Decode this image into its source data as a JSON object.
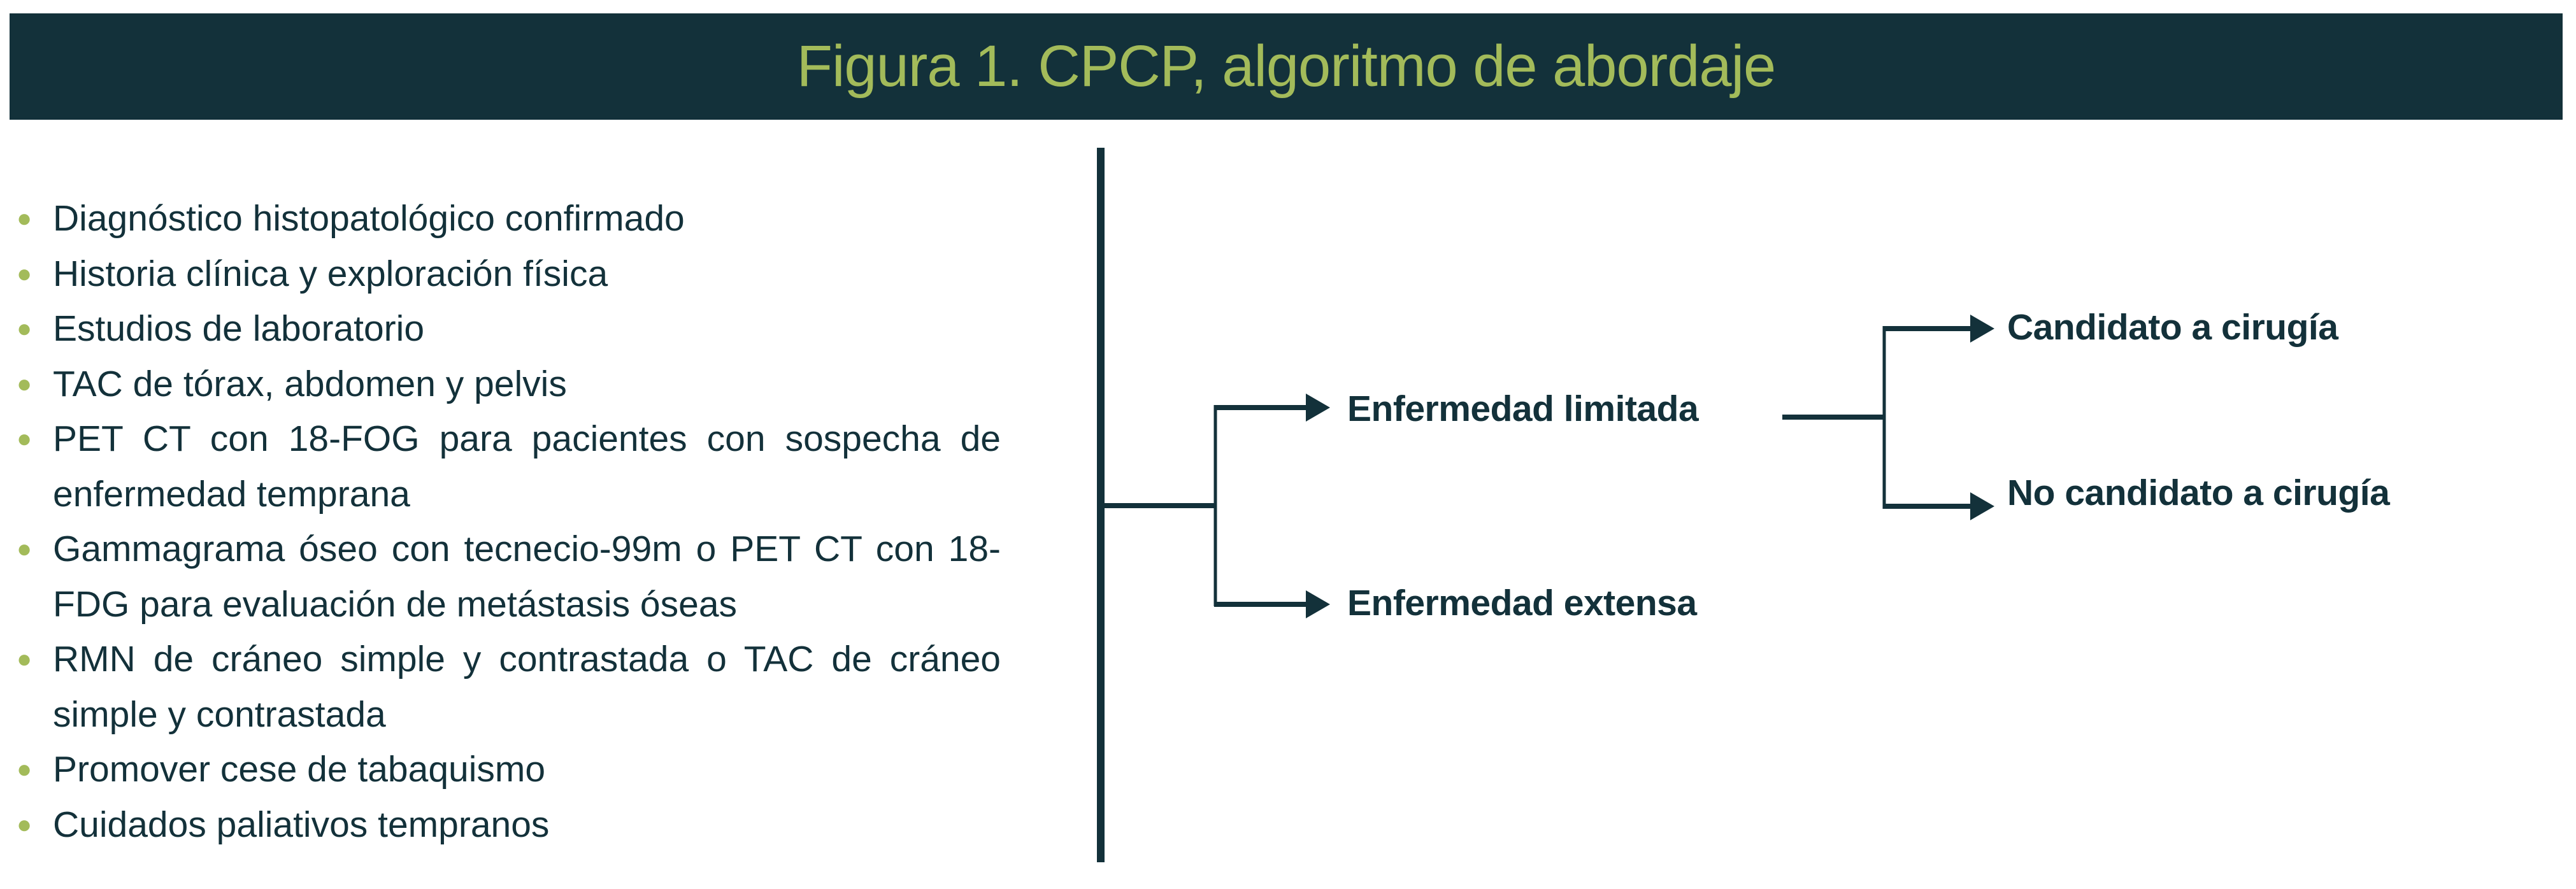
{
  "header": {
    "title": "Figura 1. CPCP, algoritmo de abordaje"
  },
  "colors": {
    "dark": "#13313a",
    "accent": "#a3bb5a"
  },
  "workup_list": [
    "Diagnóstico histopatológico confirmado",
    "Historia clínica y exploración física",
    "Estudios de laboratorio",
    "TAC de tórax, abdomen y pelvis",
    "PET CT con 18-FOG para pacientes con sospecha de enfermedad temprana",
    "Gammagrama óseo con tecnecio-99m o PET CT con 18-FDG para evaluación de metástasis óseas",
    "RMN de cráneo simple y contrastada o TAC de cráneo simple y contrastada",
    "Promover cese de tabaquismo",
    "Cuidados paliativos tempranos"
  ],
  "flow": {
    "limited": "Enfermedad limitada",
    "extensive": "Enfermedad extensa",
    "surgery_candidate": "Candidato a cirugía",
    "not_surgery_candidate": "No candidato a cirugía"
  }
}
